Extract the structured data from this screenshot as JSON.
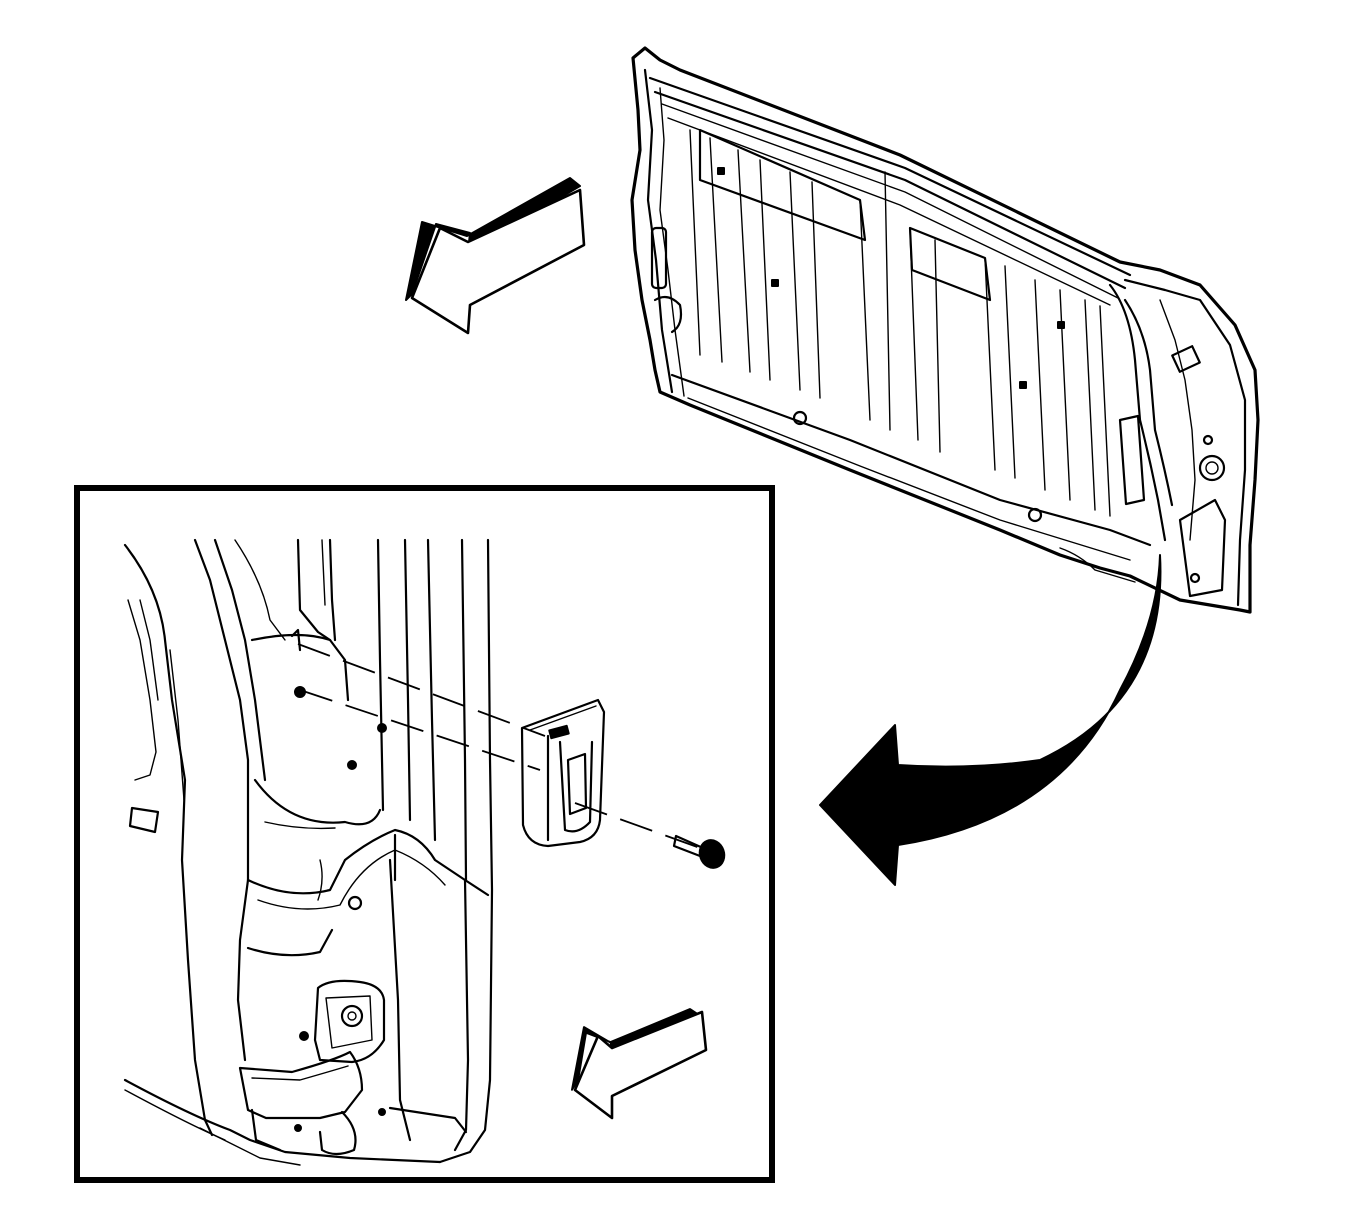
{
  "figure": {
    "type": "service-procedure-illustration",
    "views": [
      "rear-panel-overview",
      "detail-inset"
    ],
    "callouts": [
      {
        "kind": "direction-arrow",
        "icon": "left-down-arrow-icon",
        "view": "overview"
      },
      {
        "kind": "curved-callout-arrow",
        "icon": "curved-arrow-icon",
        "from": "overview",
        "to": "detail-inset"
      },
      {
        "kind": "direction-arrow",
        "icon": "left-down-arrow-icon",
        "view": "detail-inset"
      }
    ],
    "colors": {
      "ink": "#000000",
      "paper": "#ffffff"
    }
  }
}
